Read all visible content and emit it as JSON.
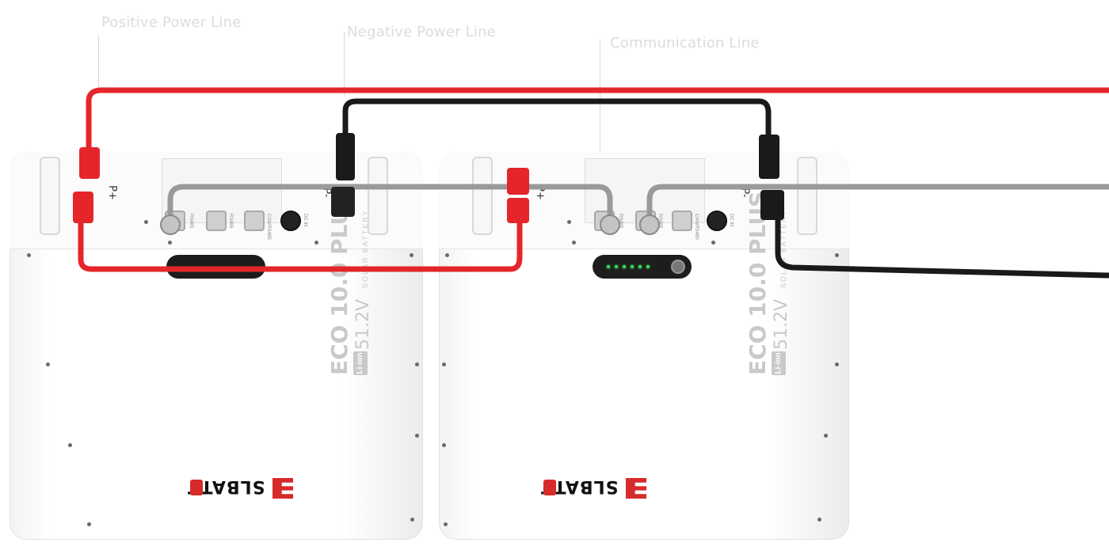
{
  "callouts": {
    "positive": "Positive Power Line",
    "negative": "Negative Power Line",
    "communication": "Communication Line"
  },
  "battery": {
    "brand": "SLBATT",
    "model": "ECO 10.0 PLUS",
    "voltage": "51.2V",
    "subtitle": "SOLAR BATTERY",
    "chemistry": "Li-ion",
    "positive_label": "P+",
    "negative_label": "P-",
    "port_labels": [
      "RS485",
      "RS485",
      "CAN/RS485",
      "DC IN"
    ],
    "status_leds_lit": 6
  },
  "colors": {
    "positive_cable": "#e4262b",
    "negative_cable": "#1a1a1a",
    "communication_cable": "#9a9a9a",
    "brand_accent": "#d72a2a",
    "led": "#3ee05a"
  }
}
